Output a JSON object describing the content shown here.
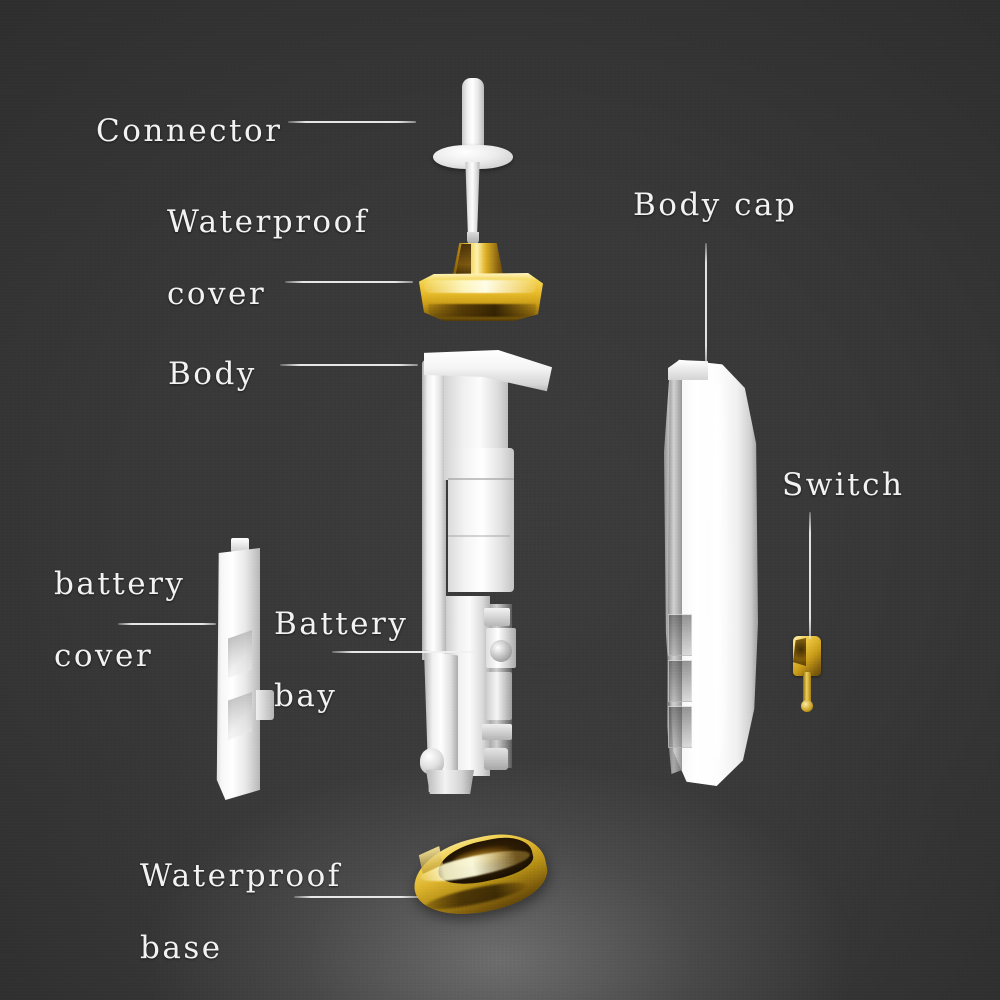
{
  "scene": {
    "type": "exploded-view-product-diagram",
    "subject": "Electric toothbrush handle exploded view",
    "background_color": "#373737",
    "label_color": "#f2f2f2",
    "accent_gold": "#e7ba2a",
    "accent_white": "#ffffff"
  },
  "labels": [
    {
      "id": "connector",
      "text": "Connector",
      "lines": [
        "Connector"
      ]
    },
    {
      "id": "waterproof_cover",
      "text": "Waterproof cover",
      "lines": [
        "Waterproof",
        "cover"
      ]
    },
    {
      "id": "body",
      "text": "Body",
      "lines": [
        "Body"
      ]
    },
    {
      "id": "body_cap",
      "text": "Body cap",
      "lines": [
        "Body cap"
      ]
    },
    {
      "id": "switch",
      "text": "Switch",
      "lines": [
        "Switch"
      ]
    },
    {
      "id": "battery_cover",
      "text": "battery cover",
      "lines": [
        "battery",
        "cover"
      ]
    },
    {
      "id": "battery_bay",
      "text": "Battery bay",
      "lines": [
        "Battery",
        "bay"
      ]
    },
    {
      "id": "waterproof_base",
      "text": "Waterproof base",
      "lines": [
        "Waterproof",
        "base"
      ]
    }
  ],
  "label_text": {
    "connector": "Connector",
    "waterproof_cover_l1": "Waterproof",
    "waterproof_cover_l2": "cover",
    "body": "Body",
    "body_cap": "Body cap",
    "switch": "Switch",
    "battery_cover_l1": "battery",
    "battery_cover_l2": "cover",
    "battery_bay_l1": "Battery",
    "battery_bay_l2": "bay",
    "waterproof_base_l1": "Waterproof",
    "waterproof_base_l2": "base"
  },
  "parts": [
    {
      "id": "connector",
      "name": "Connector",
      "material": "white plastic",
      "position": "top center"
    },
    {
      "id": "waterproof_cover",
      "name": "Waterproof cover",
      "material": "gold metal",
      "position": "upper center"
    },
    {
      "id": "body",
      "name": "Body",
      "material": "white plastic",
      "position": "center column"
    },
    {
      "id": "battery_cover",
      "name": "battery cover",
      "material": "white plastic",
      "position": "left"
    },
    {
      "id": "battery_bay",
      "name": "Battery bay",
      "material": "white plastic",
      "position": "center lower"
    },
    {
      "id": "body_cap",
      "name": "Body cap",
      "material": "white plastic",
      "position": "right column"
    },
    {
      "id": "switch",
      "name": "Switch",
      "material": "gold metal",
      "position": "far right"
    },
    {
      "id": "waterproof_base",
      "name": "Waterproof base",
      "material": "gold metal",
      "position": "bottom center"
    }
  ]
}
